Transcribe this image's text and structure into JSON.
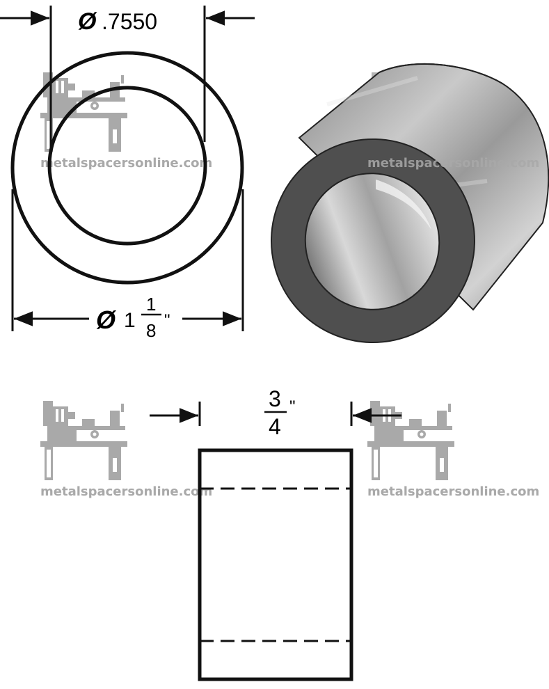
{
  "colors": {
    "line": "#111111",
    "watermark": "#a9a9a9",
    "body_dark": "#4a4a4a",
    "body_light": "#d4d4d4"
  },
  "watermark": {
    "text": "metalspacersonline.com",
    "icon": "lathe-icon"
  },
  "dimensions": {
    "inner_diameter": {
      "symbol": "Ø",
      "value": ".7550"
    },
    "outer_diameter": {
      "symbol": "Ø",
      "whole": "1",
      "numerator": "1",
      "denominator": "8",
      "unit": "\""
    },
    "length": {
      "numerator": "3",
      "denominator": "4",
      "unit": "\""
    }
  }
}
